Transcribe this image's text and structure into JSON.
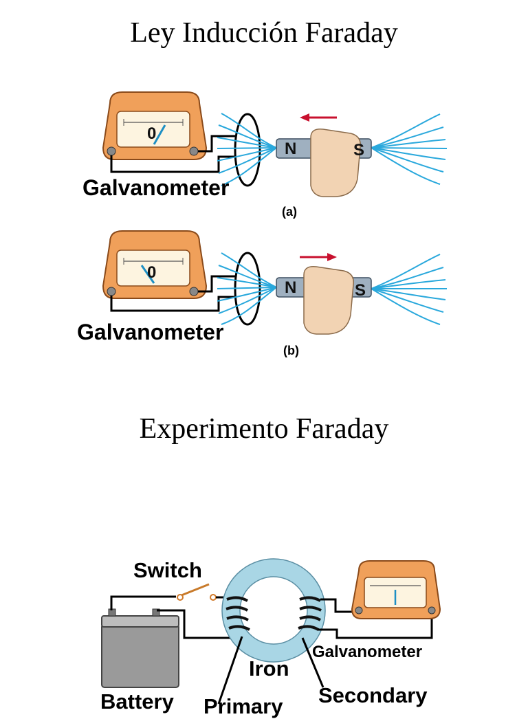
{
  "titles": {
    "top": "Ley Inducción Faraday",
    "middle": "Experimento Faraday"
  },
  "panel_a": {
    "meter_reading": "0",
    "meter_label": "Galvanometer",
    "north": "N",
    "south": "S",
    "caption": "(a)",
    "arrow_direction": "left"
  },
  "panel_b": {
    "meter_reading": "0",
    "meter_label": "Galvanometer",
    "north": "N",
    "south": "S",
    "caption": "(b)",
    "arrow_direction": "right"
  },
  "experiment": {
    "switch_label": "Switch",
    "core_label": "Iron",
    "meter_label": "Galvanometer",
    "battery_label": "Battery",
    "primary_label": "Primary",
    "secondary_label": "Secondary"
  },
  "colors": {
    "meter_orange": "#f0a05a",
    "field_blue": "#29a8dc",
    "motion_arrow": "#c8102e",
    "core_blue": "#a9d6e5"
  }
}
